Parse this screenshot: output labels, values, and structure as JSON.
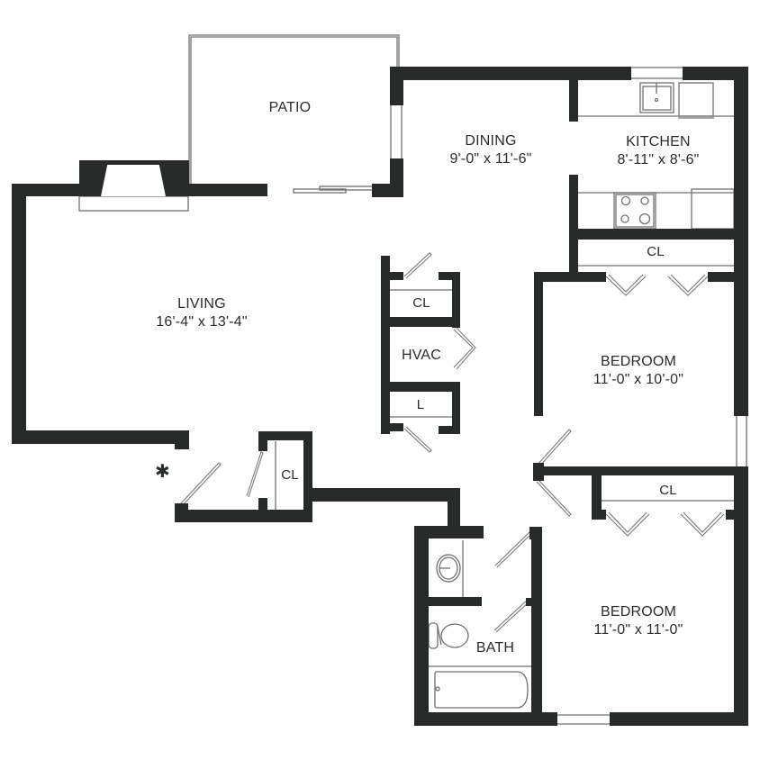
{
  "floorplan": {
    "colors": {
      "wall": "#272a29",
      "line": "#6f7170",
      "background": "#ffffff",
      "text": "#2a2c2b"
    },
    "rooms": [
      {
        "id": "patio",
        "name": "PATIO",
        "dimensions": ""
      },
      {
        "id": "dining",
        "name": "DINING",
        "dimensions": "9'-0\" x 11'-6\""
      },
      {
        "id": "kitchen",
        "name": "KITCHEN",
        "dimensions": "8'-11\" x 8'-6\""
      },
      {
        "id": "living",
        "name": "LIVING",
        "dimensions": "16'-4\" x 13'-4\""
      },
      {
        "id": "bedroom1",
        "name": "BEDROOM",
        "dimensions": "11'-0\" x 10'-0\""
      },
      {
        "id": "bedroom2",
        "name": "BEDROOM",
        "dimensions": "11'-0\" x 11'-0\""
      },
      {
        "id": "bath",
        "name": "BATH",
        "dimensions": ""
      },
      {
        "id": "hvac",
        "name": "HVAC",
        "dimensions": ""
      }
    ],
    "closets": [
      {
        "id": "kitchen-closet",
        "name": "CL"
      },
      {
        "id": "hall-closet",
        "name": "CL"
      },
      {
        "id": "linen-closet",
        "name": "L"
      },
      {
        "id": "entry-closet",
        "name": "CL"
      },
      {
        "id": "bedroom2-closet",
        "name": "CL"
      }
    ],
    "entry_marker": "✱",
    "fixtures": [
      "sink-icon",
      "dishwasher-icon",
      "stove-icon",
      "refrigerator-icon",
      "fireplace-icon",
      "bathroom-sink-icon",
      "toilet-icon",
      "bathtub-icon"
    ]
  }
}
